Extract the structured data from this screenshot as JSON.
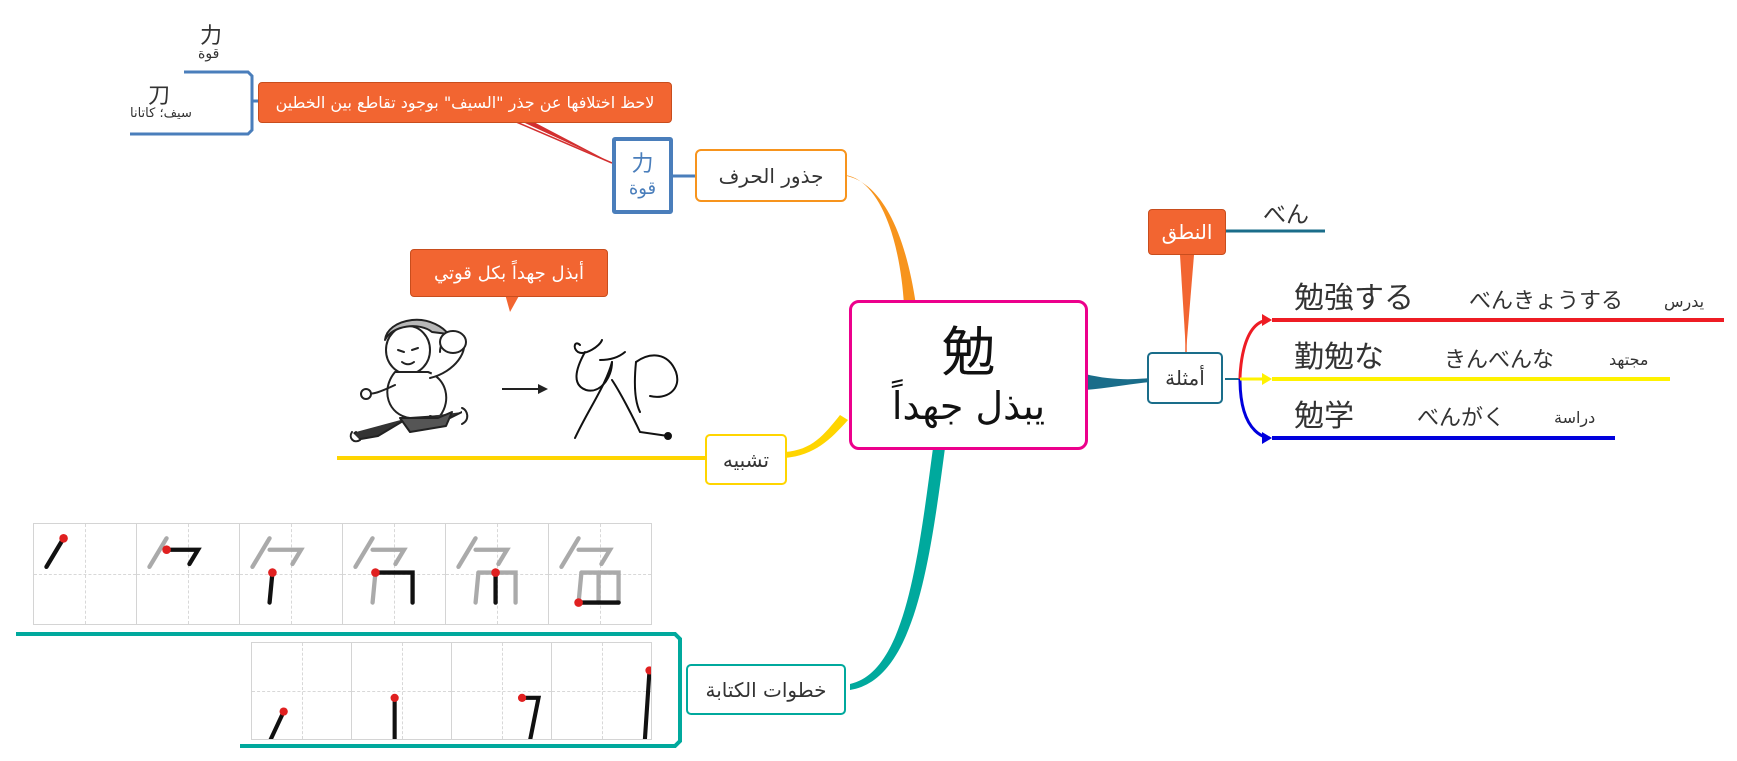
{
  "central": {
    "kanji": "勉",
    "meaning": "يبذل جهداً"
  },
  "branches": {
    "radicals": {
      "label": "جذور الحرف",
      "color": "#f7941d",
      "box": {
        "kanji": "力",
        "meaning": "قوة"
      },
      "note": "لاحظ اختلافها عن جذر \"السيف\" بوجود تقاطع بين الخطين",
      "compare": [
        {
          "kanji": "力",
          "meaning": "قوة"
        },
        {
          "kanji": "刀",
          "meaning": "سيف؛ كاتانا"
        }
      ]
    },
    "analogy": {
      "label": "تشبيه",
      "color": "#ffd500",
      "speech": "أبذل جهداً بكل قوتي",
      "arrow": "→"
    },
    "stroke_order": {
      "label": "خطوات الكتابة",
      "color": "#00a99d",
      "steps": 10
    },
    "examples": {
      "label": "أمثلة",
      "color": "#1a6d8a",
      "reading_label": "النطق",
      "reading": "べん",
      "items": [
        {
          "word": "勉強する",
          "kana": "べんきょうする",
          "meaning": "يدرس",
          "color": "#ee1c24"
        },
        {
          "word": "勤勉な",
          "kana": "きんべんな",
          "meaning": "مجتهد",
          "color": "#fff200"
        },
        {
          "word": "勉学",
          "kana": "べんがく",
          "meaning": "دراسة",
          "color": "#0000dd"
        }
      ]
    }
  },
  "colors": {
    "central_border": "#ec008c",
    "callout": "#f26531",
    "radical_box": "#4a7ebb"
  }
}
